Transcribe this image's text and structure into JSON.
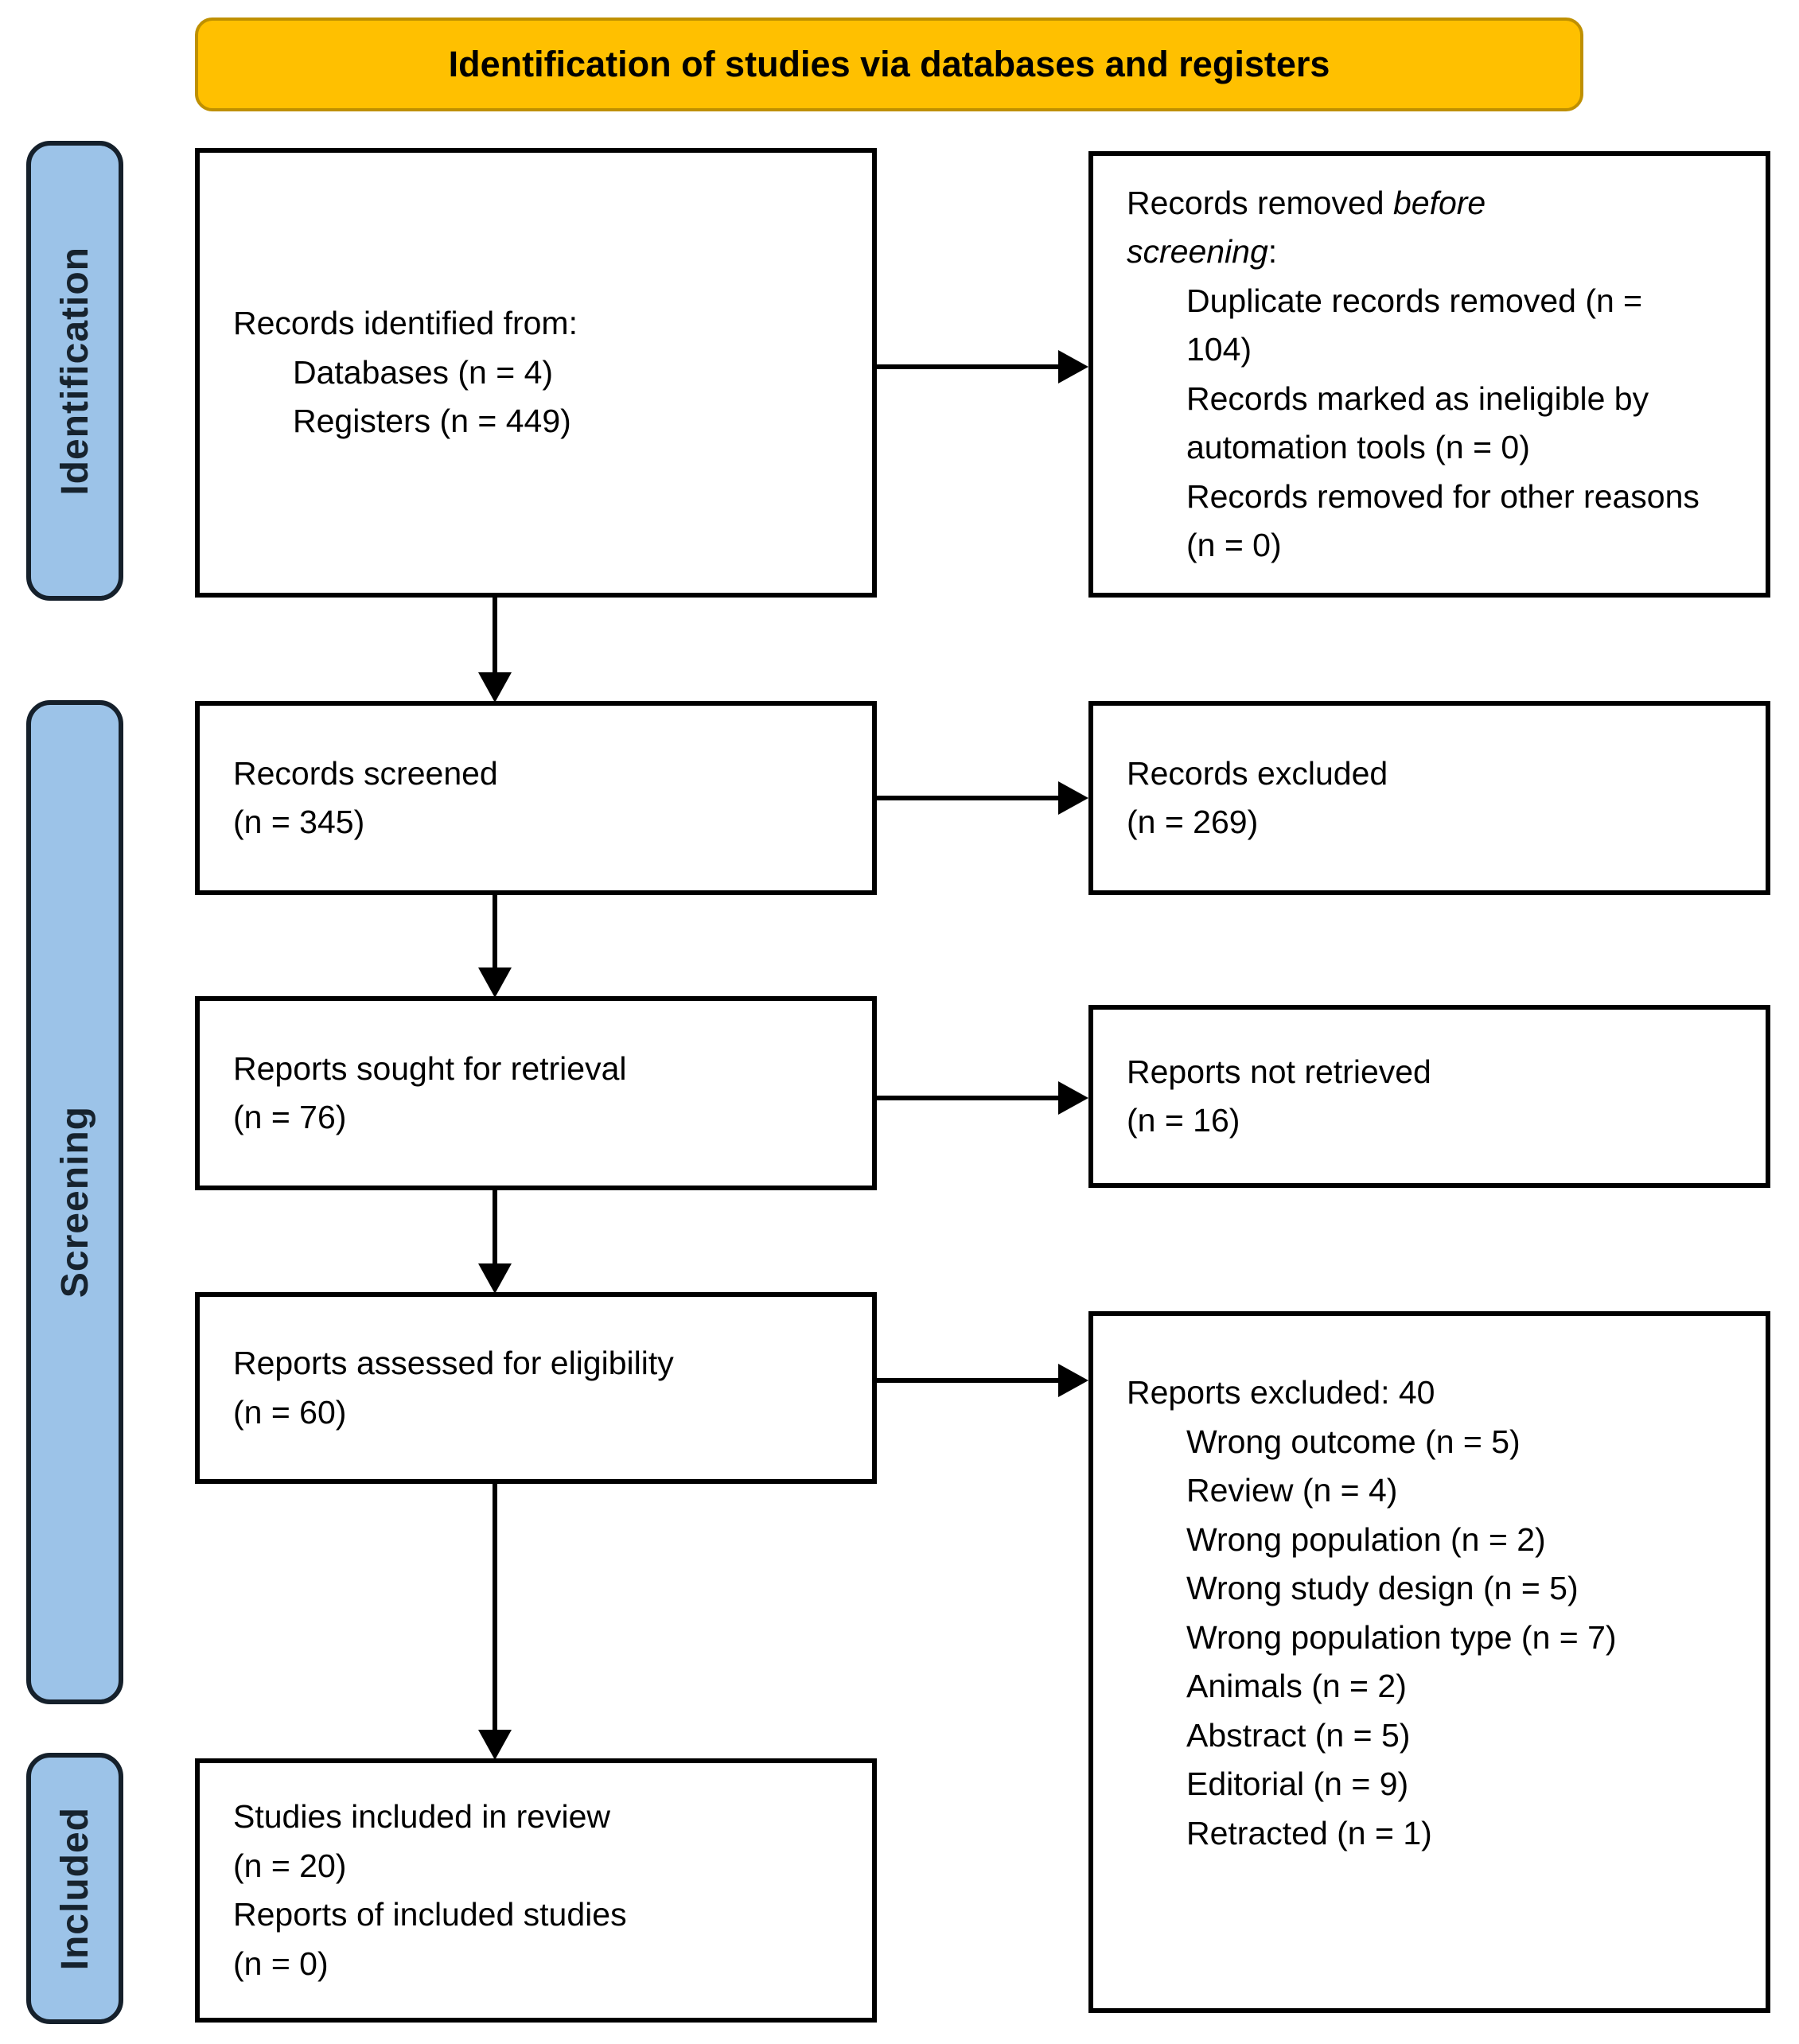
{
  "banner": {
    "title": "Identification of studies via databases and registers"
  },
  "sidebar": {
    "identification": "Identification",
    "screening": "Screening",
    "included": "Included"
  },
  "colors": {
    "banner_fill": "#FFC000",
    "banner_border": "#BF9000",
    "sidebar_fill": "#9CC3E8",
    "sidebar_border": "#15202B",
    "box_border": "#000000",
    "box_fill": "#FFFFFF"
  },
  "boxes": {
    "records_identified": {
      "intro": "Records identified from:",
      "items": [
        "Databases (n = 4)",
        "Registers (n = 449)"
      ]
    },
    "records_removed": {
      "prefix": "Records removed ",
      "emphasis": "before screening",
      "suffix": ":",
      "items": [
        "Duplicate records removed (n = 104)",
        "Records marked as ineligible by automation tools (n = 0)",
        "Records removed for other reasons (n = 0)"
      ]
    },
    "records_screened": {
      "label": "Records screened",
      "count": "(n = 345)"
    },
    "records_excluded": {
      "label": "Records excluded",
      "count": "(n = 269)"
    },
    "reports_sought": {
      "label": "Reports sought for retrieval",
      "count": "(n = 76)"
    },
    "reports_not_retrieved": {
      "label": "Reports not retrieved",
      "count": "(n = 16)"
    },
    "reports_assessed": {
      "label": "Reports assessed for eligibility",
      "count": "(n = 60)"
    },
    "reports_excluded": {
      "intro": "Reports excluded: 40",
      "items": [
        "Wrong outcome (n = 5)",
        "Review (n = 4)",
        "Wrong population (n = 2)",
        "Wrong study design (n = 5)",
        "Wrong population type (n = 7)",
        "Animals (n = 2)",
        "Abstract (n = 5)",
        "Editorial (n = 9)",
        "Retracted (n = 1)"
      ]
    },
    "studies_included": {
      "lines": [
        "Studies included in review",
        "(n = 20)",
        "Reports of included studies",
        "(n = 0)"
      ]
    }
  }
}
